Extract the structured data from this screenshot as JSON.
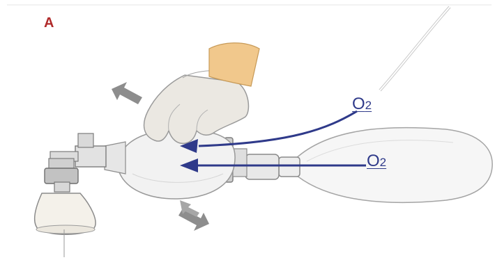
{
  "figure": {
    "panel_label": "A",
    "oxygen_labels": [
      {
        "element": "O",
        "subscript": "2"
      },
      {
        "element": "O",
        "subscript": "2"
      }
    ]
  },
  "colors": {
    "arrow": "#2f3a8a",
    "panel_label": "#b02a2a",
    "glove": "#e9e6df",
    "skin": "#f3c98e",
    "outline": "#8a8a8a",
    "motion_arrows": "#8d8d8d"
  }
}
